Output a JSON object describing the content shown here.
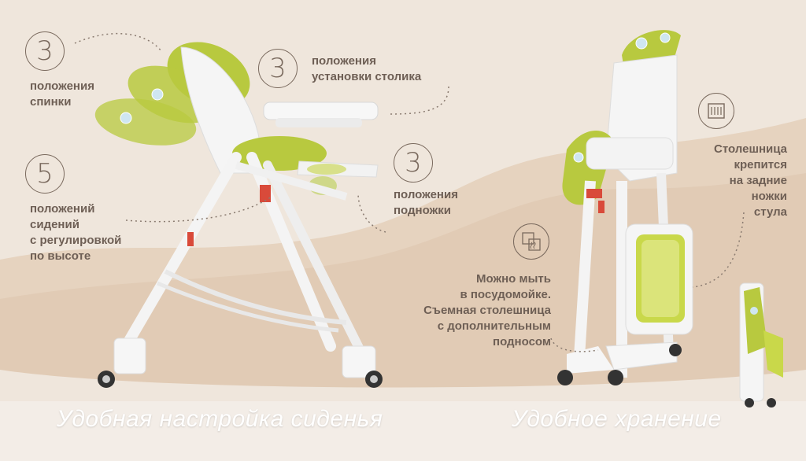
{
  "colors": {
    "background": "#efe6dc",
    "wave": "#e2cdb7",
    "bottom_band": "#f3ede7",
    "accent_green": "#b5c83a",
    "text": "#6e5f55"
  },
  "left": {
    "backrest": {
      "number": "3",
      "label": "положения\nспинки"
    },
    "tray": {
      "number": "3",
      "label": "положения\nустановки столика"
    },
    "seat": {
      "number": "5",
      "label": "положений\nсидений\nс регулировкой\nпо высоте"
    },
    "footrest": {
      "number": "3",
      "label": "положения\nподножки"
    },
    "caption": "Удобная настройка сиденья"
  },
  "right": {
    "tray_storage": {
      "icon": "tray-mount-icon",
      "label": "Столешница\nкрепится\nна задние\nножки\nстула"
    },
    "dishwasher": {
      "icon": "dishwasher-icon",
      "label": "Можно мыть\nв посудомойке.\nСъемная столешница\nс дополнительным\nподносом"
    },
    "caption": "Удобное хранение"
  }
}
